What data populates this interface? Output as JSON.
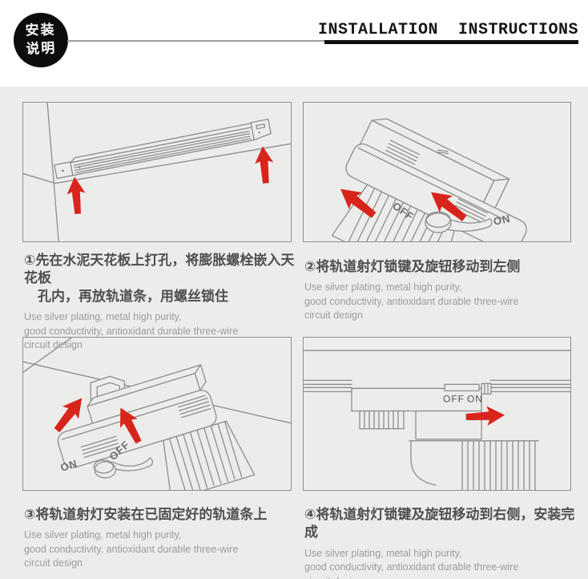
{
  "header": {
    "badge": "安装\n说明",
    "title": "INSTALLATION  INSTRUCTIONS"
  },
  "colors": {
    "accent_red": "#d8251c",
    "drawing_line_gray": "#8d8d8d",
    "page_gray": "#ececea",
    "badge_black": "#0c0c0c"
  },
  "panels": [
    {
      "step_zh": "①先在水泥天花板上打孔，将膨胀螺栓嵌入天花板\n　孔内，再放轨道条，用螺丝锁住",
      "desc_en": "Use silver plating, metal high purity,\ngood conductivity, antioxidant durable three-wire\ncircuit design"
    },
    {
      "step_zh": "②将轨道射灯锁键及旋钮移动到左侧",
      "desc_en": "Use silver plating, metal high purity,\ngood conductivity, antioxidant durable three-wire\ncircuit design",
      "label_off": "OFF",
      "label_on": "ON"
    },
    {
      "step_zh": "③将轨道射灯安装在已固定好的轨道条上",
      "desc_en": "Use silver plating, metal high purity,\ngood conductivity, antioxidant durable three-wire\ncircuit design",
      "label_off": "OFF",
      "label_on": "ON"
    },
    {
      "step_zh": "④将轨道射灯锁键及旋钮移动到右侧，安装完成",
      "desc_en": "Use silver plating, metal high purity,\ngood conductivity, antioxidant durable three-wire\ncircuit design",
      "label_off": "OFF",
      "label_on": "ON"
    }
  ]
}
